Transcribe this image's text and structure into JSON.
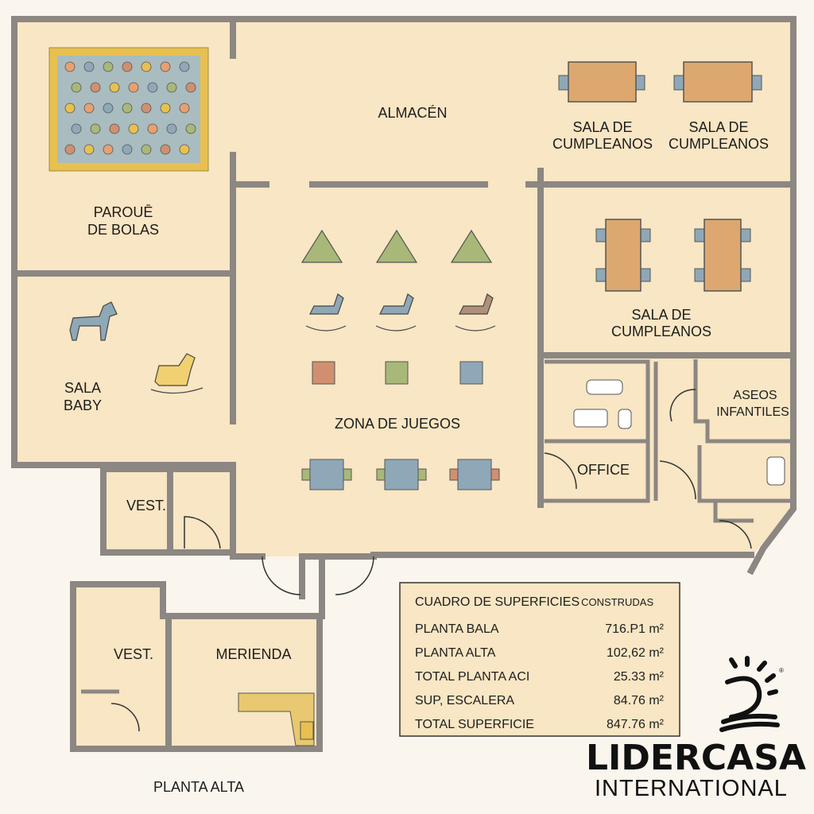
{
  "rooms": {
    "almacen": "ALMACÉN",
    "parque_1": "PAROUĒ",
    "parque_2": "DE BOLAS",
    "sala_cumple_1a": "SALA DE",
    "sala_cumple_1b": "CUMPLEANOS",
    "sala_cumple_2a": "SALA DE",
    "sala_cumple_2b": "CUMPLEANOS",
    "sala_cumple_3a": "SALA DE",
    "sala_cumple_3b": "CUMPLEANOS",
    "sala_baby_1": "SALA",
    "sala_baby_2": "BABY",
    "zona_juegos": "ZONA DE JUEGOS",
    "aseos_1": "ASEOS",
    "aseos_2": "INFANTILES",
    "office": "OFFICE",
    "vest_ground": "VEST.",
    "vest_upper": "VEST.",
    "merienda": "MERIENDA",
    "planta_alta": "PLANTA ALTA"
  },
  "surface_table": {
    "title": "CUADRO DE SUPERFICIES",
    "title_suffix": "CONSTRUDAS",
    "rows": [
      {
        "label": "PLANTA BALA",
        "value": "716.P1 m²"
      },
      {
        "label": "PLANTA ALTA",
        "value": "102,62 m²"
      },
      {
        "label": "TOTAL PLANTA ACI",
        "value": "25.33 m²"
      },
      {
        "label": "SUP, ESCALERA",
        "value": "84.76 m²"
      },
      {
        "label": "TOTAL SUPERFICIE",
        "value": "847.76 m²"
      }
    ]
  },
  "logo": {
    "name": "LIDERCASA",
    "sub": "INTERNATIONAL",
    "mark": "®"
  },
  "colors": {
    "floor": "#f8e6c4",
    "wall": "#8c8782",
    "pool_border": "#e8c050",
    "pool": "#a9bcc0",
    "background": "#faf6ee"
  }
}
